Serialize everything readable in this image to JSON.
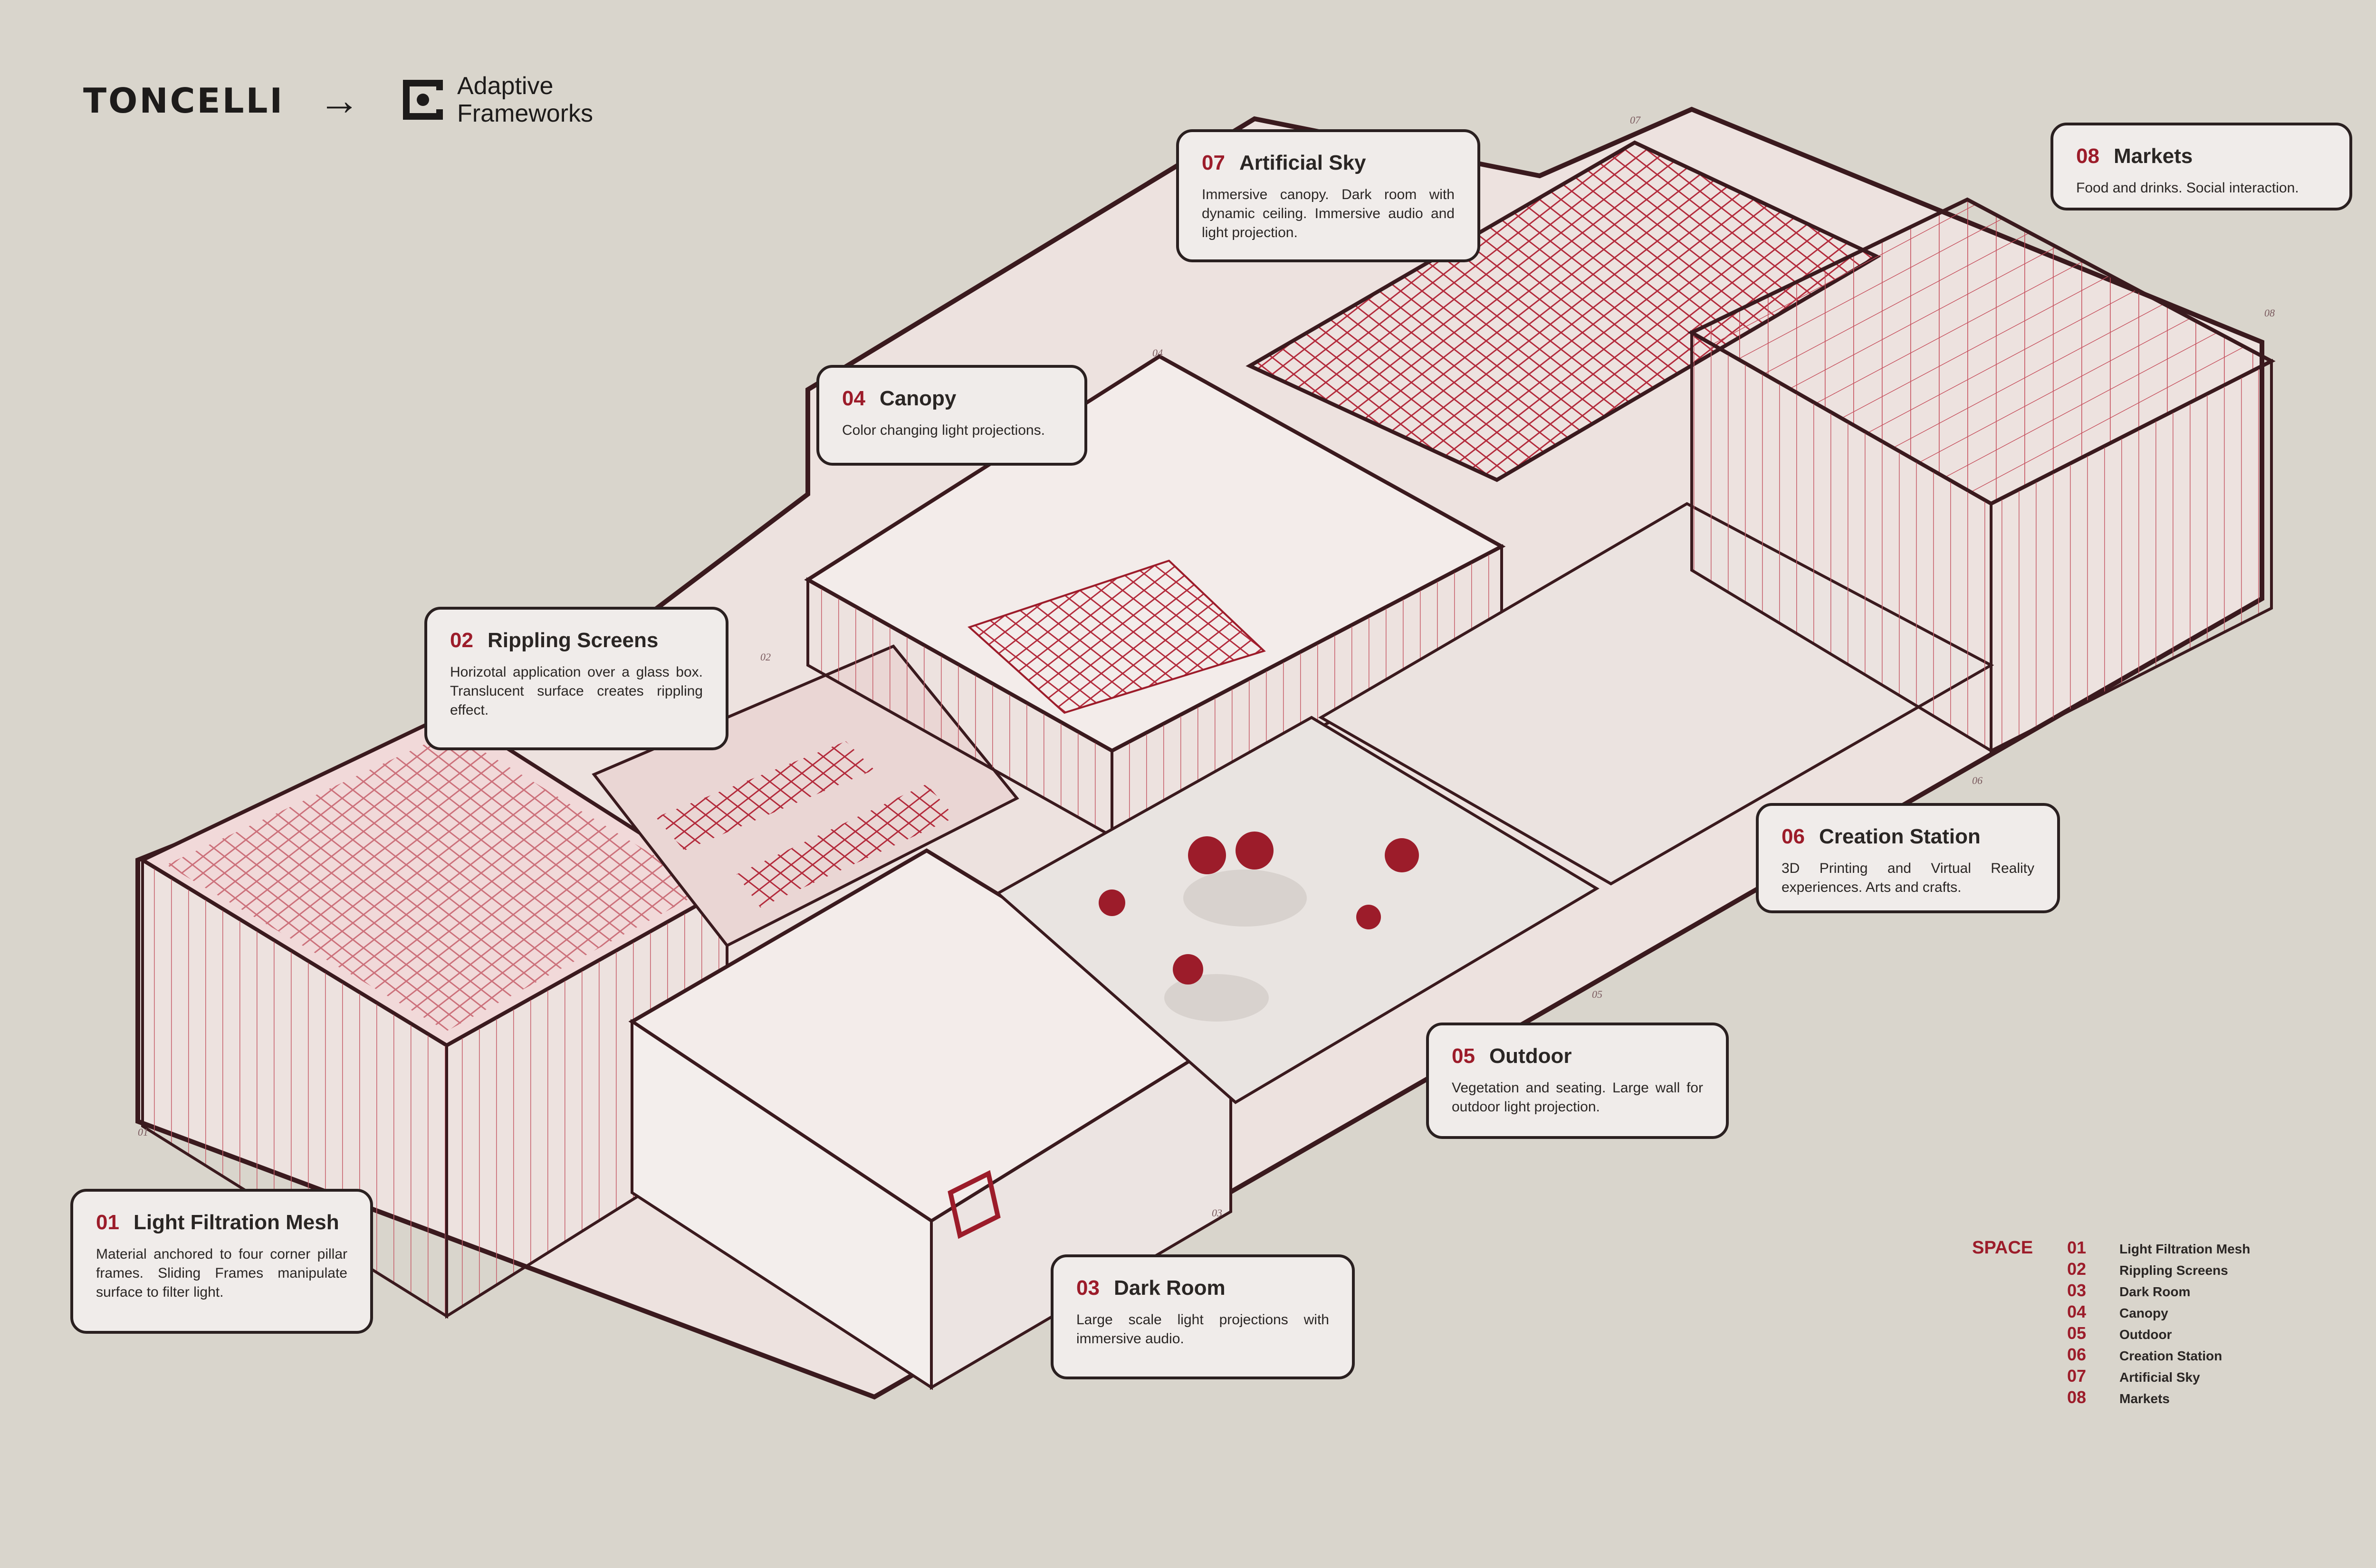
{
  "header": {
    "brand": "TONCELLI",
    "arrow": "→",
    "partner_line1": "Adaptive",
    "partner_line2": "Frameworks"
  },
  "callouts": [
    {
      "num": "07",
      "title": "Artificial Sky",
      "desc": "Immersive canopy. Dark room with dynamic ceiling. Immersive audio and light projection."
    },
    {
      "num": "08",
      "title": "Markets",
      "desc": "Food and drinks. Social interaction."
    },
    {
      "num": "04",
      "title": "Canopy",
      "desc": "Color changing light projections."
    },
    {
      "num": "02",
      "title": "Rippling Screens",
      "desc": "Horizotal application over a glass box. Translucent surface creates rippling effect."
    },
    {
      "num": "06",
      "title": "Creation Station",
      "desc": "3D Printing and Virtual Reality experiences. Arts and crafts."
    },
    {
      "num": "05",
      "title": "Outdoor",
      "desc": "Vegetation and seating. Large wall for outdoor light projection."
    },
    {
      "num": "01",
      "title": "Light Filtration Mesh",
      "desc": "Material anchored to four corner pillar frames. Sliding Frames manipulate surface to filter light."
    },
    {
      "num": "03",
      "title": "Dark Room",
      "desc": "Large scale light projections with immersive audio."
    }
  ],
  "plan_tags": [
    "07",
    "04",
    "08",
    "02",
    "06",
    "01",
    "05",
    "03"
  ],
  "legend": {
    "title": "SPACE",
    "items": [
      {
        "num": "01",
        "label": "Light Filtration Mesh"
      },
      {
        "num": "02",
        "label": "Rippling Screens"
      },
      {
        "num": "03",
        "label": "Dark Room"
      },
      {
        "num": "04",
        "label": "Canopy"
      },
      {
        "num": "05",
        "label": "Outdoor"
      },
      {
        "num": "06",
        "label": "Creation Station"
      },
      {
        "num": "07",
        "label": "Artificial Sky"
      },
      {
        "num": "08",
        "label": "Markets"
      }
    ]
  },
  "colors": {
    "background": "#d9d5cc",
    "accent": "#9c1c2a",
    "wall_fill": "#ede2df",
    "structure_line": "#b23a48",
    "outline": "#3a1a1e"
  }
}
